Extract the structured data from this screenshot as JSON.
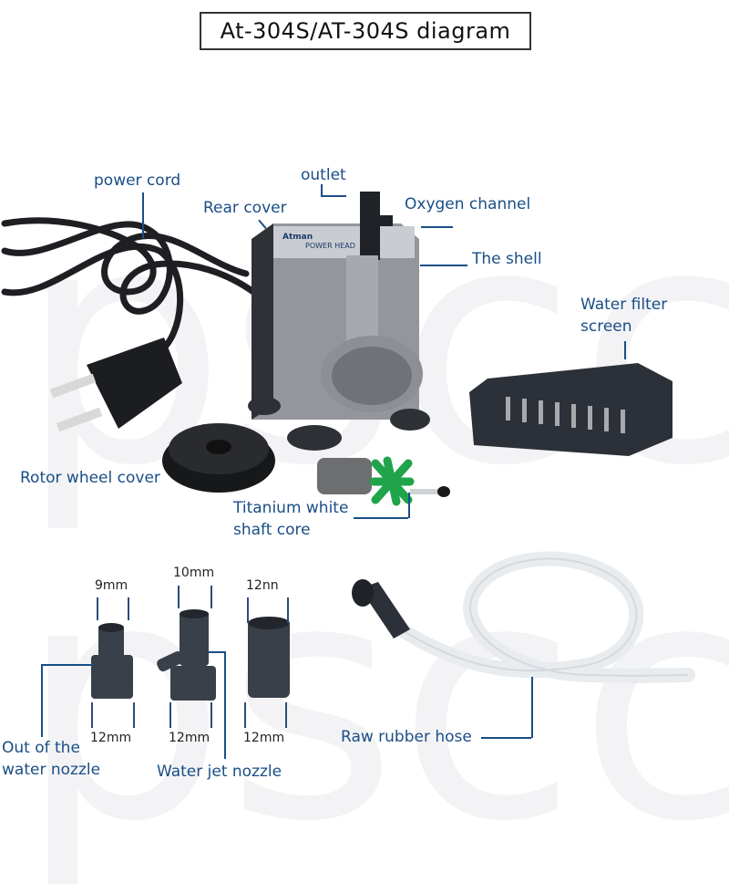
{
  "title": "At-304S/AT-304S diagram",
  "pump_section": {
    "labels": {
      "power_cord": "power cord",
      "outlet": "outlet",
      "rear_cover": "Rear cover",
      "oxygen_channel": "Oxygen channel",
      "the_shell": "The shell",
      "water_filter_screen_line1": "Water filter",
      "water_filter_screen_line2": "screen",
      "rotor_wheel_cover": "Rotor wheel cover",
      "titanium_line1": "Titanium white",
      "titanium_line2": "shaft core"
    },
    "pump_brand_text": "Atman",
    "pump_model_text": "POWER HEAD"
  },
  "nozzle_section": {
    "nozzles": [
      {
        "top_size": "9mm",
        "bottom_size": "12mm"
      },
      {
        "top_size": "10mm",
        "bottom_size": "12mm"
      },
      {
        "top_size": "12nn",
        "bottom_size": "12mm"
      }
    ],
    "labels": {
      "out_nozzle_line1": "Out of the",
      "out_nozzle_line2": "water nozzle",
      "water_jet_nozzle": "Water jet nozzle",
      "raw_rubber_hose": "Raw rubber hose"
    }
  },
  "colors": {
    "label_blue": "#1a4e86",
    "pump_gray": "#8a8d92",
    "dark_part": "#2c3038",
    "impeller_green": "#1fa44a"
  }
}
